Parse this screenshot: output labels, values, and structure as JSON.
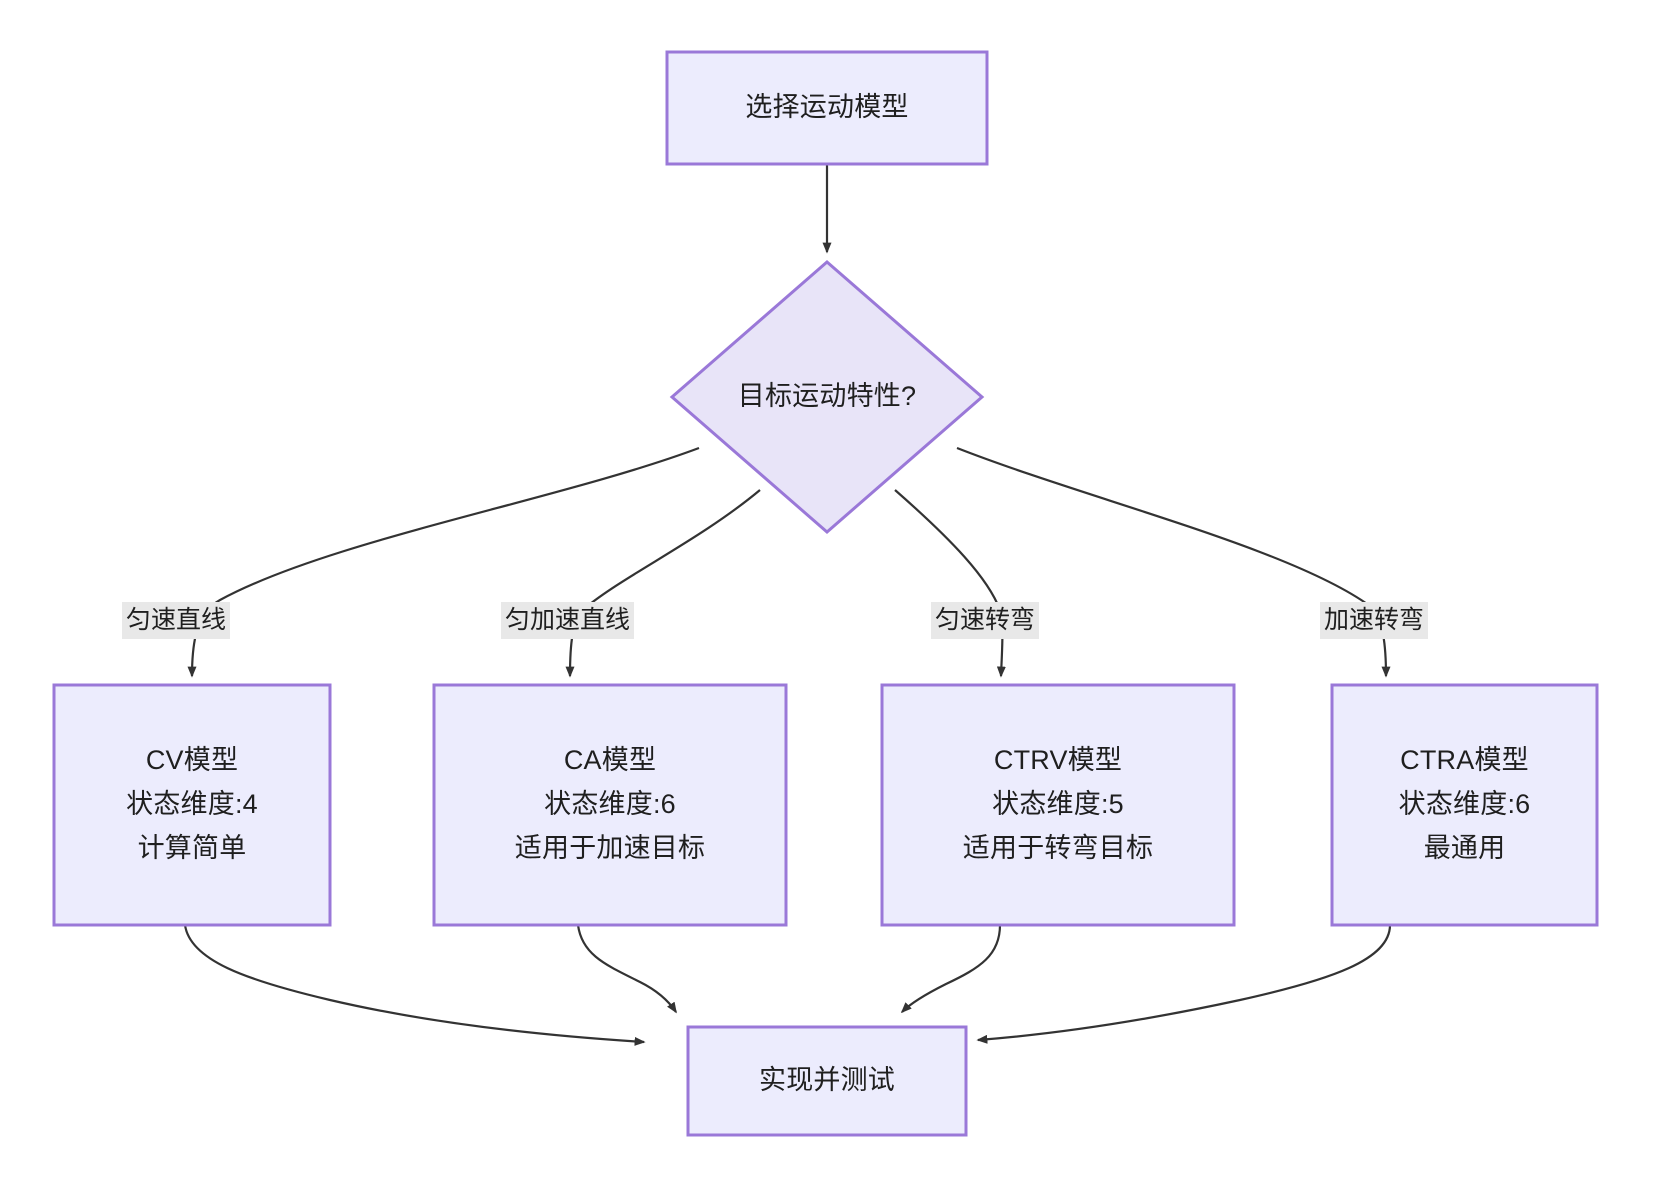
{
  "diagram": {
    "type": "flowchart",
    "direction": "top-down",
    "title_node": "选择运动模型",
    "colors": {
      "node_fill": "#ececfd",
      "node_border": "#9a78d8",
      "diamond_fill": "#e8e4f8",
      "edge_stroke": "#333333",
      "edge_label_bg": "#e8e8e8",
      "text": "#1f1f1f",
      "background": "#ffffff"
    },
    "nodes": [
      {
        "id": "start",
        "shape": "rect",
        "lines": [
          "选择运动模型"
        ]
      },
      {
        "id": "decision",
        "shape": "diamond",
        "lines": [
          "目标运动特性?"
        ]
      },
      {
        "id": "cv",
        "shape": "rect",
        "lines": [
          "CV模型",
          "状态维度:4",
          "计算简单"
        ]
      },
      {
        "id": "ca",
        "shape": "rect",
        "lines": [
          "CA模型",
          "状态维度:6",
          "适用于加速目标"
        ]
      },
      {
        "id": "ctrv",
        "shape": "rect",
        "lines": [
          "CTRV模型",
          "状态维度:5",
          "适用于转弯目标"
        ]
      },
      {
        "id": "ctra",
        "shape": "rect",
        "lines": [
          "CTRA模型",
          "状态维度:6",
          "最通用"
        ]
      },
      {
        "id": "implement",
        "shape": "rect",
        "lines": [
          "实现并测试"
        ]
      }
    ],
    "edges": [
      {
        "from": "start",
        "to": "decision",
        "label": ""
      },
      {
        "from": "decision",
        "to": "cv",
        "label": "匀速直线"
      },
      {
        "from": "decision",
        "to": "ca",
        "label": "匀加速直线"
      },
      {
        "from": "decision",
        "to": "ctrv",
        "label": "匀速转弯"
      },
      {
        "from": "decision",
        "to": "ctra",
        "label": "加速转弯"
      },
      {
        "from": "cv",
        "to": "implement",
        "label": ""
      },
      {
        "from": "ca",
        "to": "implement",
        "label": ""
      },
      {
        "from": "ctrv",
        "to": "implement",
        "label": ""
      },
      {
        "from": "ctra",
        "to": "implement",
        "label": ""
      }
    ]
  }
}
